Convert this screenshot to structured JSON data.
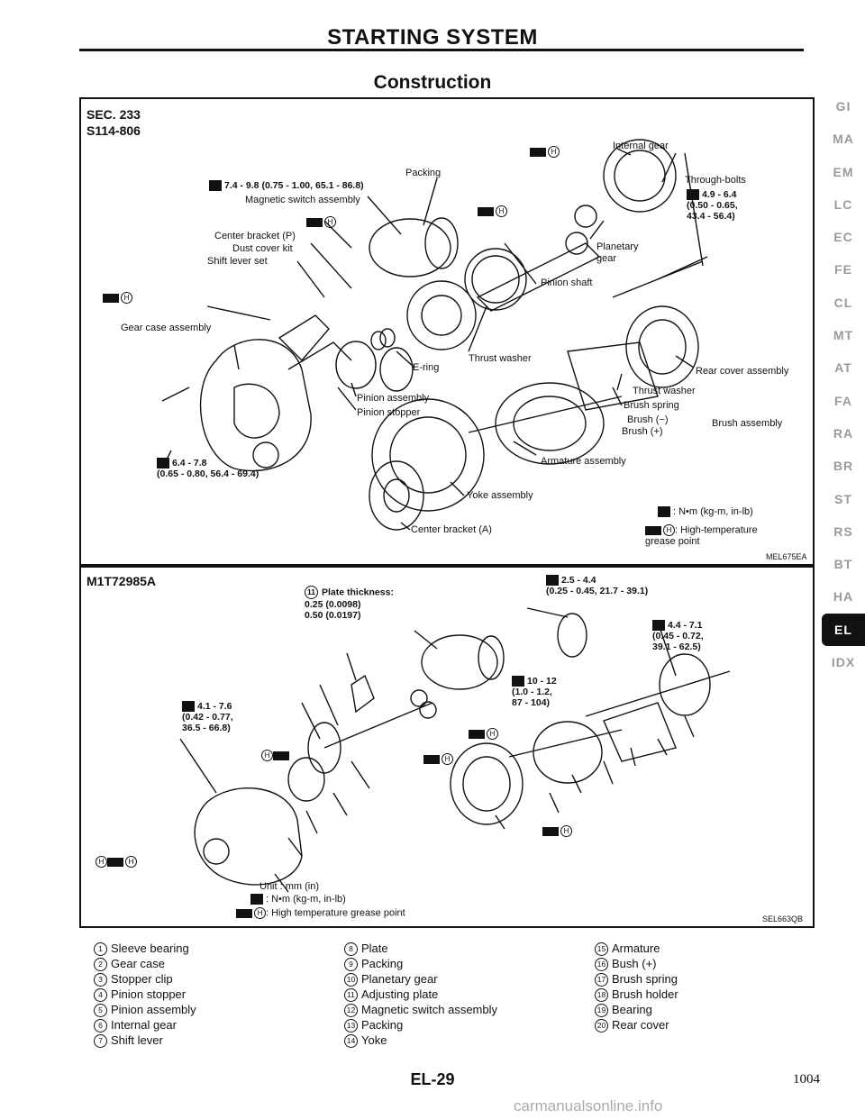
{
  "header": {
    "title": "STARTING SYSTEM",
    "subtitle": "Construction"
  },
  "panel1": {
    "sec": "SEC. 233",
    "model": "S114-806",
    "code": "MEL675EA",
    "labels": {
      "internal_gear": "Internal gear",
      "packing": "Packing",
      "torque1": "7.4 - 9.8 (0.75 - 1.00, 65.1 - 86.8)",
      "magnetic_switch": "Magnetic switch assembly",
      "center_bracket_p": "Center bracket (P)",
      "dust_cover": "Dust cover kit",
      "shift_lever": "Shift lever set",
      "through_bolts": "Through-bolts",
      "torque2": "4.9 - 6.4\n(0.50 - 0.65,\n43.4 - 56.4)",
      "planetary_gear": "Planetary\ngear",
      "pinion_shaft": "Pinion shaft",
      "gear_case": "Gear case assembly",
      "thrust_washer1": "Thrust washer",
      "e_ring": "E-ring",
      "rear_cover": "Rear cover assembly",
      "thrust_washer2": "Thrust washer",
      "pinion_assembly": "Pinion assembly",
      "pinion_stopper": "Pinion stopper",
      "brush_spring": "Brush spring",
      "brush_neg": "Brush (−)",
      "brush_pos": "Brush (+)",
      "brush_assembly": "Brush assembly",
      "armature": "Armature assembly",
      "torque3": "6.4 - 7.8\n(0.65 - 0.80, 56.4 - 69.4)",
      "yoke": "Yoke assembly",
      "center_bracket_a": "Center bracket (A)",
      "legend_torque": ": N•m (kg-m, in-lb)",
      "legend_grease": ": High-temperature\ngrease point"
    }
  },
  "panel2": {
    "model": "M1T72985A",
    "code": "SEL663QB",
    "labels": {
      "plate_thickness": "Plate thickness:\n0.25 (0.0098)\n0.50 (0.0197)",
      "torque_a": "2.5 - 4.4\n(0.25 - 0.45, 21.7 - 39.1)",
      "torque_b": "4.4 - 7.1\n(0.45 - 0.72,\n39.1 - 62.5)",
      "torque_c": "10 - 12\n(1.0 - 1.2,\n87 - 104)",
      "torque_d": "4.1 - 7.6\n(0.42 - 0.77,\n36.5 - 66.8)",
      "unit": "Unit : mm (in)",
      "legend_torque": ": N•m (kg-m, in-lb)",
      "legend_grease": ": High temperature grease point"
    }
  },
  "parts": [
    {
      "num": "1",
      "name": "Sleeve bearing"
    },
    {
      "num": "2",
      "name": "Gear case"
    },
    {
      "num": "3",
      "name": "Stopper clip"
    },
    {
      "num": "4",
      "name": "Pinion stopper"
    },
    {
      "num": "5",
      "name": "Pinion assembly"
    },
    {
      "num": "6",
      "name": "Internal gear"
    },
    {
      "num": "7",
      "name": "Shift lever"
    },
    {
      "num": "8",
      "name": "Plate"
    },
    {
      "num": "9",
      "name": "Packing"
    },
    {
      "num": "10",
      "name": "Planetary gear"
    },
    {
      "num": "11",
      "name": "Adjusting plate"
    },
    {
      "num": "12",
      "name": "Magnetic switch assembly"
    },
    {
      "num": "13",
      "name": "Packing"
    },
    {
      "num": "14",
      "name": "Yoke"
    },
    {
      "num": "15",
      "name": "Armature"
    },
    {
      "num": "16",
      "name": "Bush (+)"
    },
    {
      "num": "17",
      "name": "Brush spring"
    },
    {
      "num": "18",
      "name": "Brush holder"
    },
    {
      "num": "19",
      "name": "Bearing"
    },
    {
      "num": "20",
      "name": "Rear cover"
    }
  ],
  "tabs": [
    "GI",
    "MA",
    "EM",
    "LC",
    "EC",
    "FE",
    "CL",
    "MT",
    "AT",
    "FA",
    "RA",
    "BR",
    "ST",
    "RS",
    "BT",
    "HA",
    "EL",
    "IDX"
  ],
  "active_tab": "EL",
  "footer": {
    "page": "EL-29",
    "page_number": "1004",
    "watermark": "carmanualsonline.info"
  }
}
